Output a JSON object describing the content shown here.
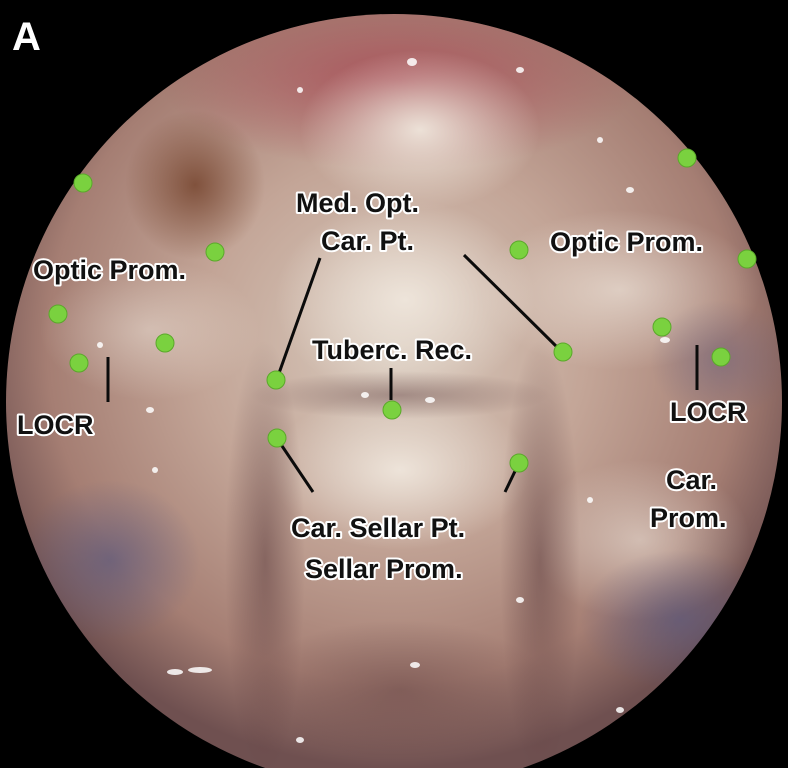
{
  "panel_letter": "A",
  "labels": {
    "med_opt_car_pt_line1": "Med. Opt.",
    "med_opt_car_pt_line2": "Car. Pt.",
    "optic_prom_left": "Optic Prom.",
    "optic_prom_right": "Optic Prom.",
    "tuberc_rec": "Tuberc. Rec.",
    "locr_left": "LOCR",
    "locr_right": "LOCR",
    "car_prom_line1": "Car.",
    "car_prom_line2": "Prom.",
    "car_sellar_pt": "Car. Sellar Pt.",
    "sellar_prom": "Sellar Prom."
  },
  "colors": {
    "marker": "#7ad13f",
    "background": "#000000",
    "label_text": "#111111",
    "label_outline": "#ffffff"
  }
}
